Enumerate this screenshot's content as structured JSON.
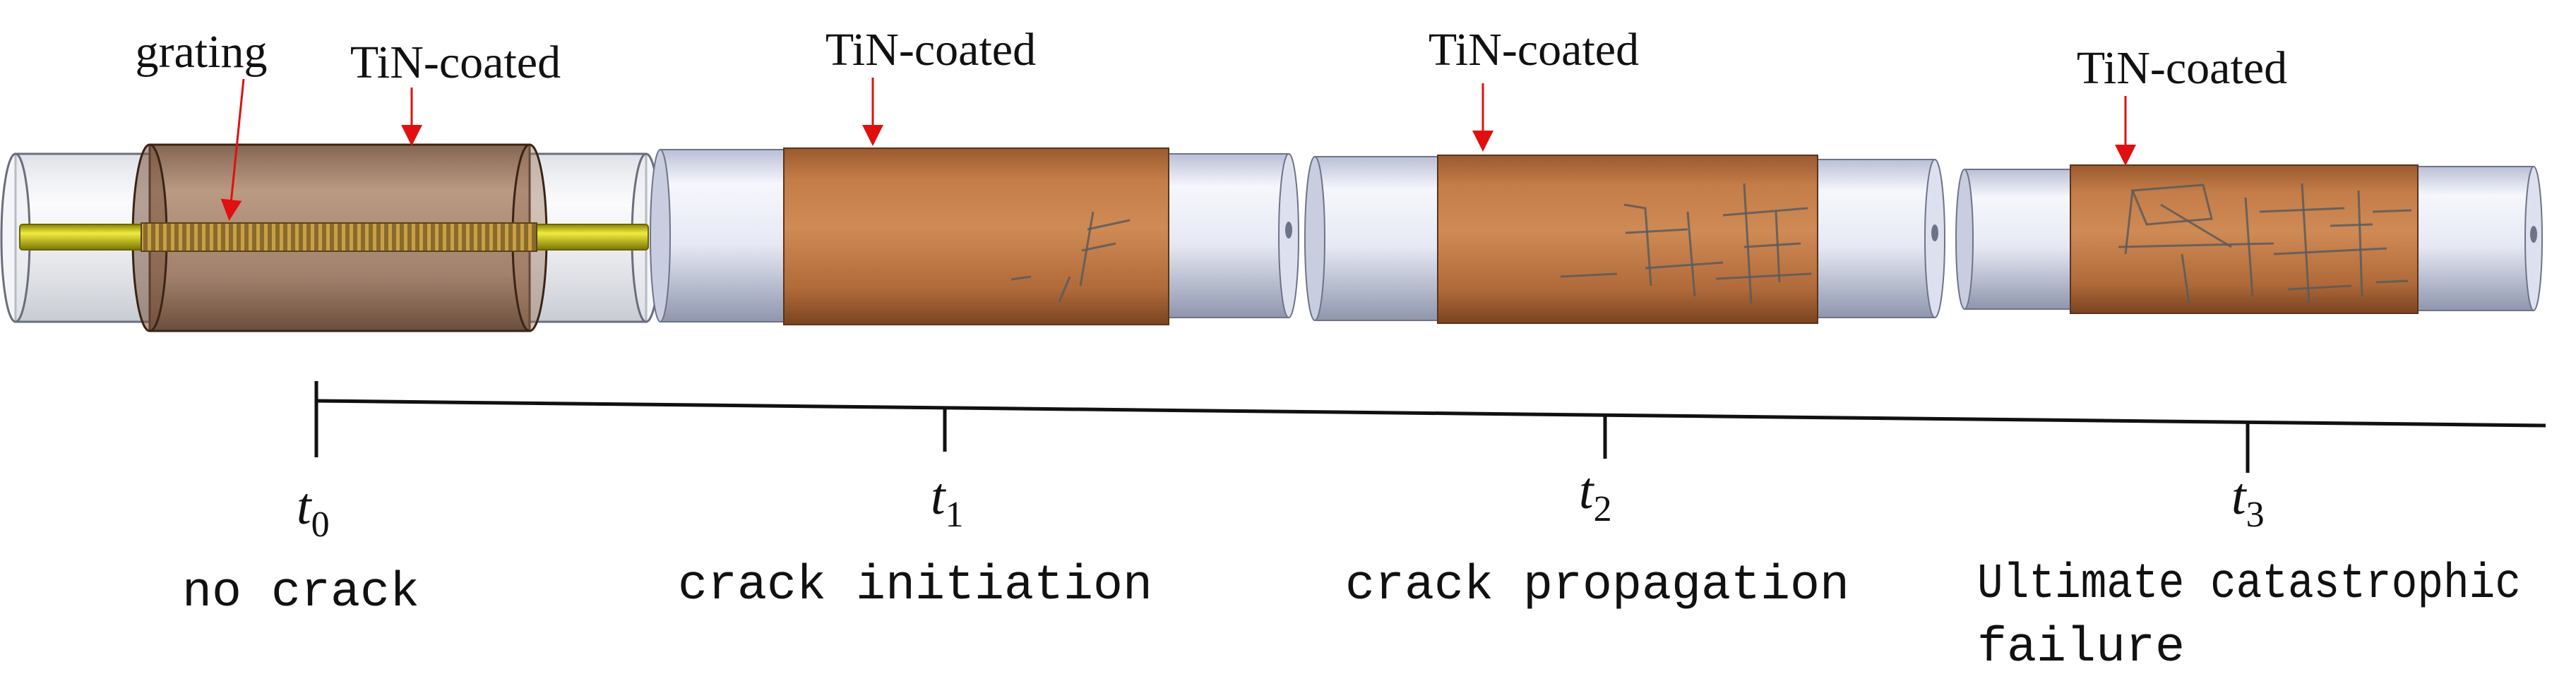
{
  "labels": {
    "grating": "grating",
    "coat0": "TiN-coated",
    "coat1": "TiN-coated",
    "coat2": "TiN-coated",
    "coat3": "TiN-coated"
  },
  "timeline": [
    {
      "symbol": "t",
      "sub": "0",
      "caption": [
        "no crack"
      ]
    },
    {
      "symbol": "t",
      "sub": "1",
      "caption": [
        "crack initiation"
      ]
    },
    {
      "symbol": "t",
      "sub": "2",
      "caption": [
        "crack propagation"
      ]
    },
    {
      "symbol": "t",
      "sub": "3",
      "caption": [
        "Ultimate catastrophic",
        "failure"
      ]
    }
  ],
  "colors": {
    "arrow": "#e01010",
    "coating": "#b87040",
    "core_fiber": "#c8c200",
    "end_cap": "#dfe3f2",
    "axis": "#111111"
  }
}
